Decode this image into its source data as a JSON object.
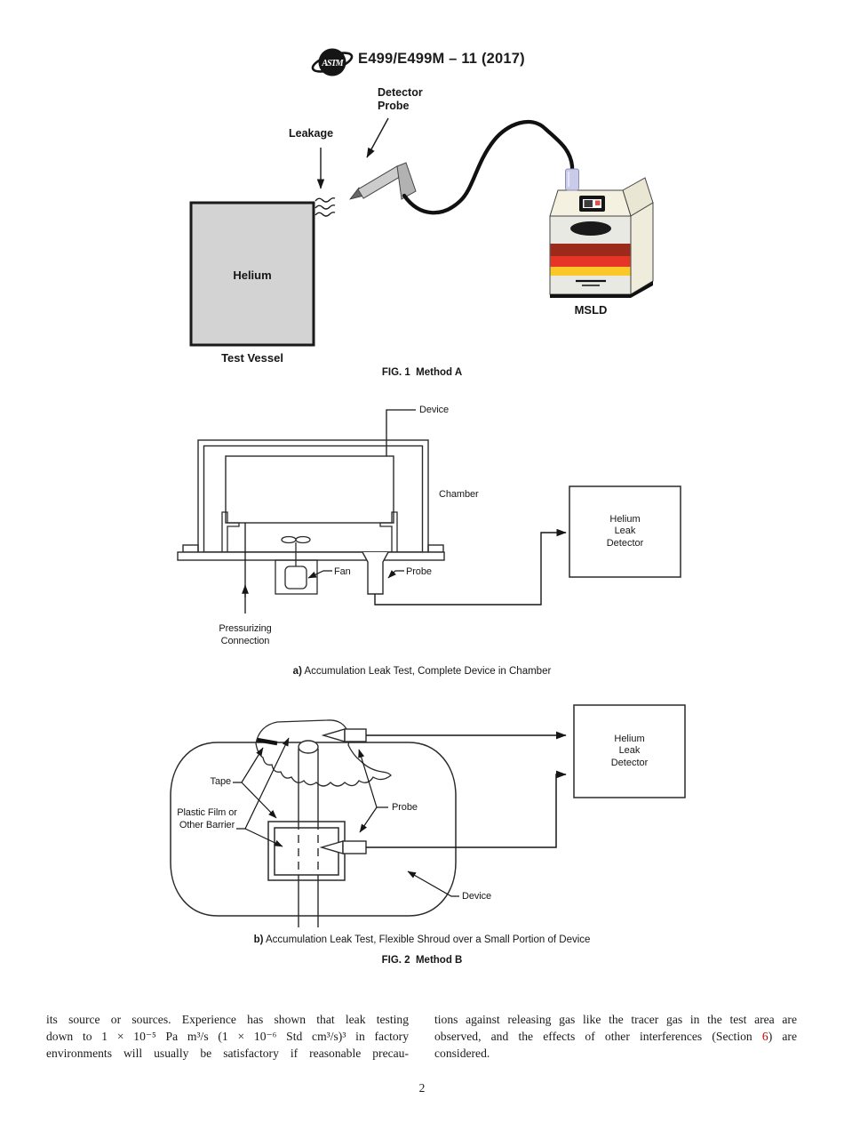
{
  "header": {
    "logo_text": "ASTM",
    "designation": "E499/E499M – 11 (2017)"
  },
  "fig1": {
    "labels": {
      "detector_probe": [
        "Detector",
        "Probe"
      ],
      "leakage": "Leakage",
      "helium": "Helium",
      "test_vessel": "Test Vessel",
      "msld": "MSLD"
    },
    "caption": "FIG. 1  Method A",
    "colors": {
      "vessel_fill": "#d3d3d3",
      "msld_top": "#f4f1e0",
      "msld_side": "#efecdb",
      "msld_front": "#e9e9e4",
      "stripe_dark_red": "#9b2a1a",
      "stripe_red": "#e63427",
      "stripe_yellow": "#fcc729",
      "connector": "#c9cbe8",
      "cable": "#111111"
    }
  },
  "fig2a": {
    "labels": {
      "device": "Device",
      "chamber": "Chamber",
      "fan": "Fan",
      "probe": "Probe",
      "pressurizing": [
        "Pressurizing",
        "Connection"
      ],
      "detector": [
        "Helium",
        "Leak",
        "Detector"
      ]
    },
    "caption_prefix": "a)",
    "caption_text": " Accumulation Leak Test, Complete Device in Chamber"
  },
  "fig2b": {
    "labels": {
      "tape": "Tape",
      "plastic_film": [
        "Plastic Film or",
        "Other Barrier"
      ],
      "probe": "Probe",
      "device": "Device",
      "detector": [
        "Helium",
        "Leak",
        "Detector"
      ]
    },
    "caption_prefix": "b)",
    "caption_text": " Accumulation Leak Test, Flexible Shroud over a Small Portion of Device",
    "fig_caption": "FIG. 2  Method B"
  },
  "body": {
    "left_lines": [
      "its source or sources. Experience has shown that leak testing",
      "down to 1 × 10⁻⁵ Pa m³/s (1 × 10⁻⁶ Std cm³/s)³ in factory",
      "environments will usually be satisfactory if reasonable precau-"
    ],
    "right_line1": "tions against releasing gas like the tracer gas in the test area are",
    "right_line2_prefix": "observed, and the effects of other interferences (Section ",
    "right_line2_link": "6",
    "right_line2_suffix": ") are",
    "right_line3": "considered.",
    "link_color": "#c00000"
  },
  "page_number": "2"
}
